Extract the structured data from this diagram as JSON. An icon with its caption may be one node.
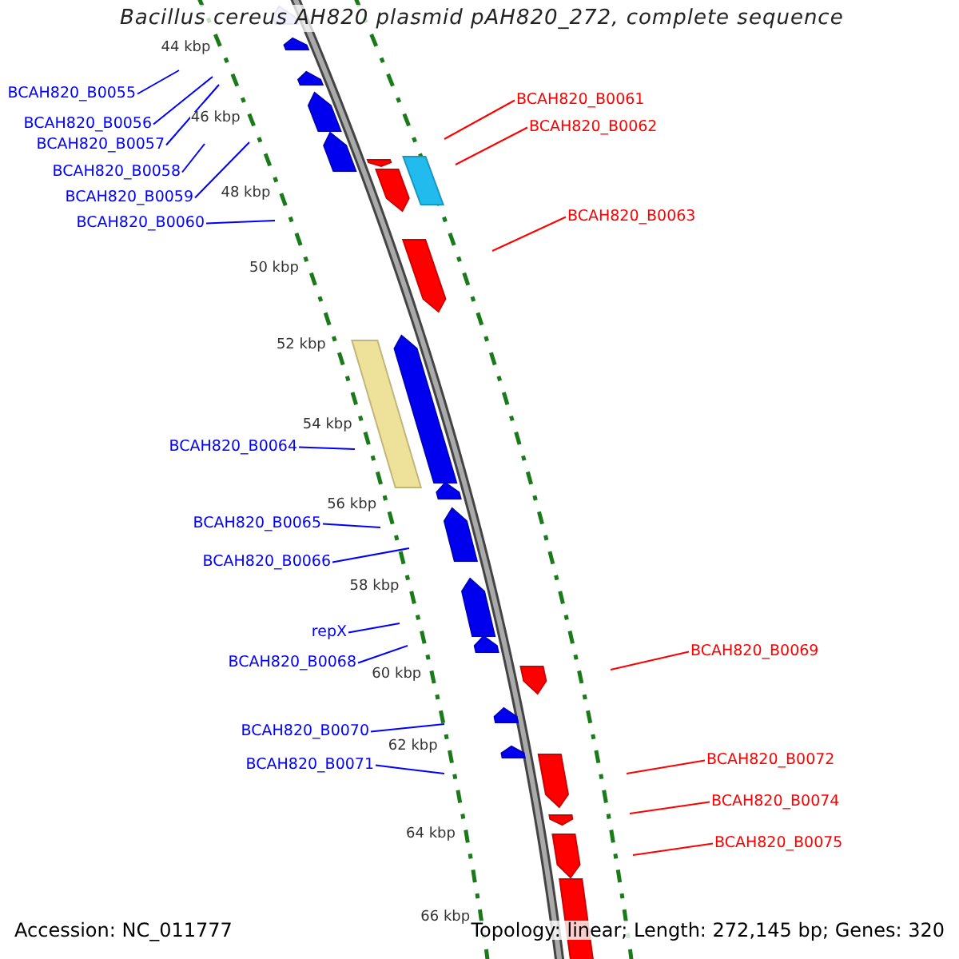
{
  "diagram": {
    "title": "Bacillus cereus AH820 plasmid pAH820_272, complete sequence",
    "nodes": [
      {
        "text": [
          "BCAH820_B0055"
        ]
      },
      {
        "text": [
          "BCAH820_B0056"
        ]
      },
      {
        "text": [
          "BCAH820_B0057"
        ]
      },
      {
        "text": [
          "BCAH820_B0058"
        ]
      },
      {
        "text": [
          "BCAH820_B0059"
        ]
      },
      {
        "text": [
          "BCAH820_B0060"
        ]
      },
      {
        "text": [
          "BCAH820_B0061"
        ]
      },
      {
        "text": [
          "BCAH820_B0062"
        ]
      },
      {
        "text": [
          "BCAH820_B0063"
        ]
      },
      {
        "text": [
          "BCAH820_B0064"
        ]
      },
      {
        "text": [
          "BCAH820_B0065"
        ]
      },
      {
        "text": [
          "BCAH820_B0066"
        ]
      },
      {
        "text": [
          "repX"
        ]
      },
      {
        "text": [
          "BCAH820_B0068"
        ]
      },
      {
        "text": [
          "BCAH820_B0069"
        ]
      },
      {
        "text": [
          "BCAH820_B0070"
        ]
      },
      {
        "text": [
          "BCAH820_B0071"
        ]
      },
      {
        "text": [
          "BCAH820_B0072"
        ]
      },
      {
        "text": [
          "BCAH820_B0074"
        ]
      },
      {
        "text": [
          "BCAH820_B0075"
        ]
      }
    ],
    "edges": [
      {
        "from": 0,
        "to": null,
        "arrow": "none"
      },
      {
        "from": 1,
        "to": null,
        "arrow": "none"
      },
      {
        "from": 2,
        "to": null,
        "arrow": "none"
      },
      {
        "from": 3,
        "to": null,
        "arrow": "none"
      },
      {
        "from": 4,
        "to": null,
        "arrow": "none"
      },
      {
        "from": 5,
        "to": null,
        "arrow": "none"
      },
      {
        "from": 6,
        "to": null,
        "arrow": "none",
        "color": "#ff0000"
      },
      {
        "from": 7,
        "to": null,
        "arrow": "none",
        "color": "#ff0000"
      },
      {
        "from": 8,
        "to": null,
        "arrow": "none",
        "color": "#ff0000"
      },
      {
        "from": 9,
        "to": null,
        "arrow": "none"
      },
      {
        "from": 10,
        "to": null,
        "arrow": "none"
      },
      {
        "from": 11,
        "to": null,
        "arrow": "none"
      },
      {
        "from": 12,
        "to": null,
        "arrow": "none"
      },
      {
        "from": 13,
        "to": null,
        "arrow": "none"
      },
      {
        "from": 14,
        "to": null,
        "arrow": "none",
        "color": "#ff0000"
      },
      {
        "from": 15,
        "to": null,
        "arrow": "none"
      },
      {
        "from": 16,
        "to": null,
        "arrow": "none"
      },
      {
        "from": 17,
        "to": null,
        "arrow": "none",
        "color": "#ff0000"
      },
      {
        "from": 18,
        "to": null,
        "arrow": "none",
        "color": "#ff0000"
      },
      {
        "from": 19,
        "to": null,
        "arrow": "none",
        "color": "#ff0000"
      }
    ],
    "labels": [
      "44 kbp",
      "46 kbp",
      "48 kbp",
      "50 kbp",
      "52 kbp",
      "54 kbp",
      "56 kbp",
      "58 kbp",
      "60 kbp",
      "62 kbp",
      "64 kbp",
      "66 kbp",
      "Accession: NC_011777",
      "Topology: linear; Length: 272,145 bp; Genes: 320"
    ]
  }
}
